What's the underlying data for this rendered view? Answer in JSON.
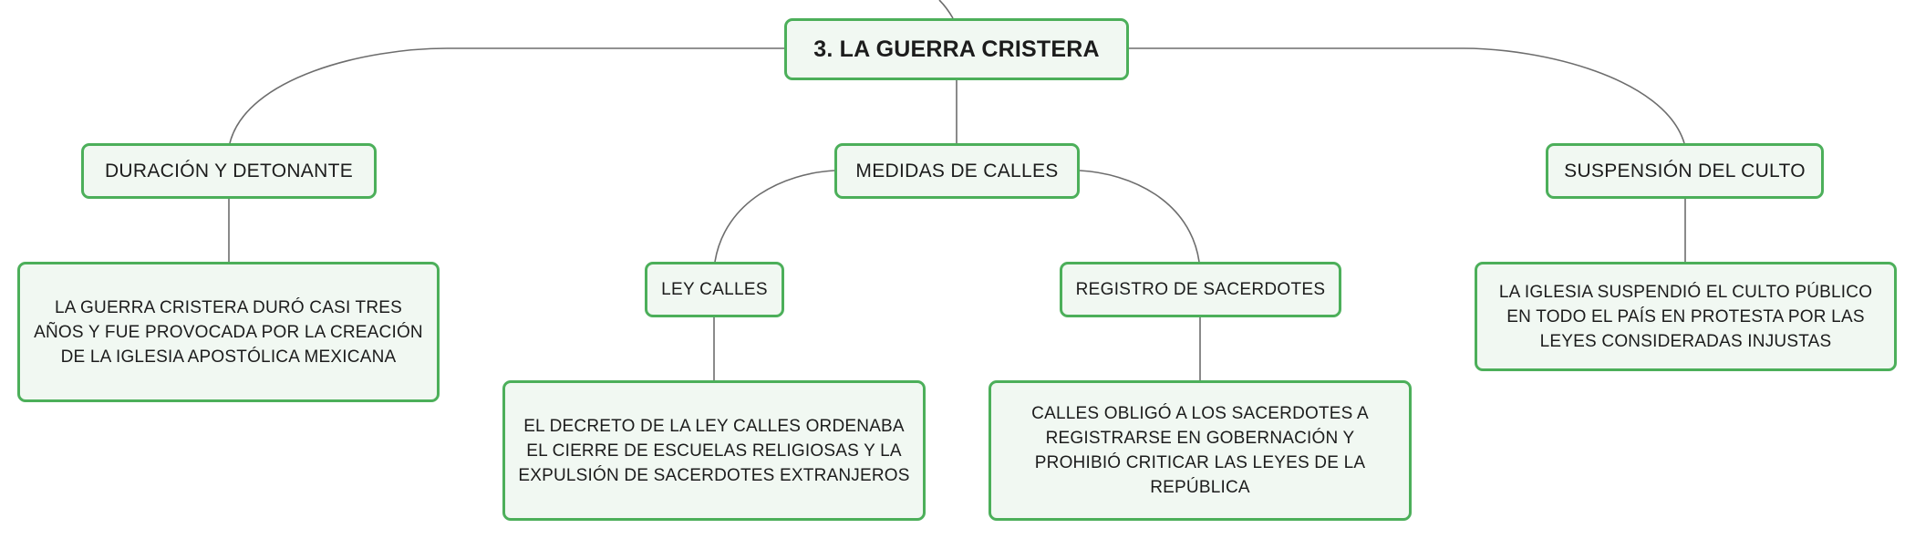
{
  "mindmap": {
    "root": {
      "label": "3. LA GUERRA CRISTERA"
    },
    "topics": {
      "duracion": {
        "label": "DURACIÓN Y DETONANTE",
        "detail": "LA GUERRA CRISTERA DURÓ CASI TRES AÑOS Y FUE PROVOCADA POR LA CREACIÓN DE LA IGLESIA APOSTÓLICA MEXICANA"
      },
      "medidas": {
        "label": "MEDIDAS DE CALLES",
        "ley_calles": {
          "label": "LEY CALLES",
          "detail": "EL DECRETO DE LA LEY CALLES ORDENABA EL CIERRE DE ESCUELAS RELIGIOSAS Y LA EXPULSIÓN DE SACERDOTES EXTRANJEROS"
        },
        "registro": {
          "label": "REGISTRO DE SACERDOTES",
          "detail": "CALLES OBLIGÓ A LOS SACERDOTES A REGISTRARSE EN GOBERNACIÓN Y PROHIBIÓ CRITICAR LAS LEYES DE LA REPÚBLICA"
        }
      },
      "suspension": {
        "label": "SUSPENSIÓN DEL CULTO",
        "detail": "LA IGLESIA SUSPENDIÓ EL CULTO PÚBLICO EN TODO EL PAÍS EN PROTESTA POR LAS LEYES CONSIDERADAS INJUSTAS"
      }
    }
  },
  "colors": {
    "node_border": "#4caf5a",
    "node_fill": "#f1f8f2",
    "connector": "#6d6d6d",
    "text": "#1c1c1c",
    "background": "#ffffff"
  }
}
